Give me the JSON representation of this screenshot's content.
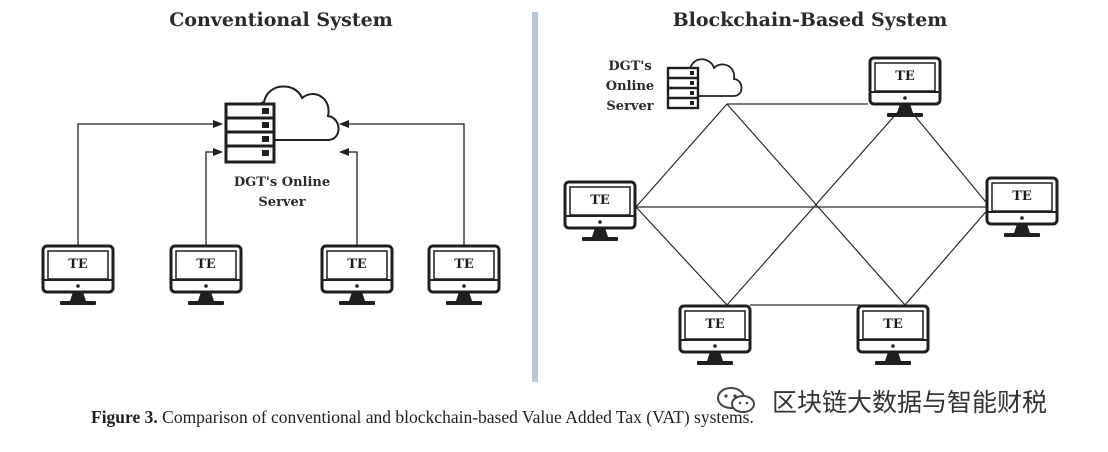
{
  "conventional": {
    "title": "Conventional System",
    "server_label_line1": "DGT's Online",
    "server_label_line2": "Server",
    "terminals": [
      {
        "label": "TE"
      },
      {
        "label": "TE"
      },
      {
        "label": "TE"
      },
      {
        "label": "TE"
      }
    ]
  },
  "blockchain": {
    "title": "Blockchain-Based System",
    "server_label_line1": "DGT's",
    "server_label_line2": "Online",
    "server_label_line3": "Server",
    "terminals": [
      {
        "label": "TE"
      },
      {
        "label": "TE"
      },
      {
        "label": "TE"
      },
      {
        "label": "TE"
      },
      {
        "label": "TE"
      },
      {
        "label": "TE"
      }
    ]
  },
  "caption": {
    "figure": "Figure 3.",
    "text": " Comparison of conventional and blockchain-based Value Added Tax (VAT) systems."
  },
  "watermark": {
    "text": "区块链大数据与智能财税",
    "icon": "wechat-icon"
  },
  "colors": {
    "divider": "#b9c6d6",
    "ink": "#1f1f1f"
  }
}
